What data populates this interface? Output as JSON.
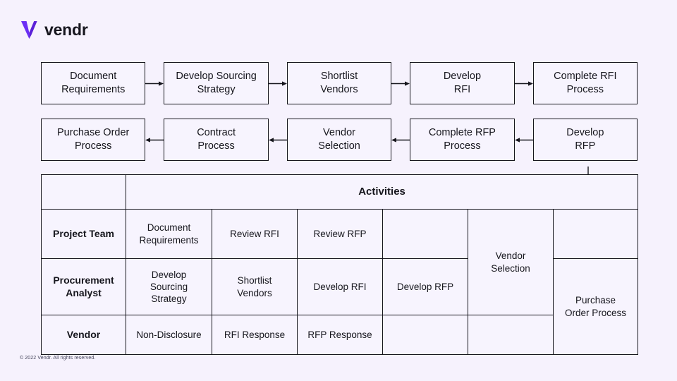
{
  "brand": {
    "name": "vendr",
    "logo_color": "#6b2ff5",
    "wordmark_color": "#17171f"
  },
  "theme": {
    "background": "#f6f2fd",
    "surface": "#f7f4fe",
    "line": "#16161d",
    "text": "#16161d"
  },
  "flow": {
    "row1": [
      {
        "label": "Document\nRequirements"
      },
      {
        "label": "Develop Sourcing\nStrategy"
      },
      {
        "label": "Shortlist\nVendors"
      },
      {
        "label": "Develop\nRFI"
      },
      {
        "label": "Complete RFI\nProcess"
      }
    ],
    "row2": [
      {
        "label": "Purchase Order\nProcess"
      },
      {
        "label": "Contract\nProcess"
      },
      {
        "label": "Vendor\nSelection"
      },
      {
        "label": "Complete RFP\nProcess"
      },
      {
        "label": "Develop\nRFP"
      }
    ],
    "arrow_right_icon": "arrow-right-icon",
    "arrow_left_icon": "arrow-left-icon",
    "arrow_down_icon": "arrow-down-icon"
  },
  "matrix": {
    "corner_label": "",
    "activities_header": "Activities",
    "rows": [
      {
        "role": "Project Team",
        "cells": [
          "Document\nRequirements",
          "Review RFI",
          "Review RFP",
          "",
          "",
          ""
        ]
      },
      {
        "role": "Procurement\nAnalyst",
        "cells": [
          "Develop\nSourcing\nStrategy",
          "Shortlist\nVendors",
          "Develop RFI",
          "Develop RFP",
          "",
          ""
        ]
      },
      {
        "role": "Vendor",
        "cells": [
          "Non-Disclosure",
          "RFI Response",
          "RFP Response",
          "",
          "",
          ""
        ]
      }
    ],
    "merged": {
      "vendor_selection": "Vendor\nSelection",
      "purchase_order_process": "Purchase\nOrder Process"
    }
  },
  "footer": {
    "copyright": "© 2022 Vendr. All rights reserved."
  }
}
